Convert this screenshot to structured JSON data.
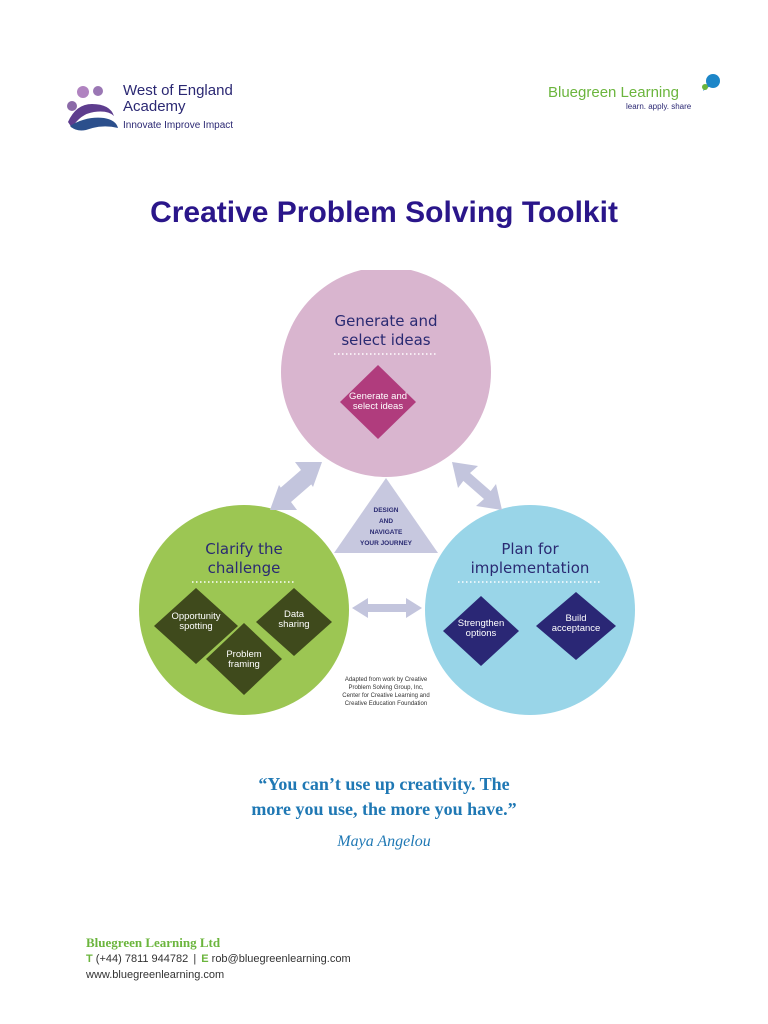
{
  "header": {
    "academy": {
      "line1": "West of England",
      "line2": "Academy",
      "tagline": "Innovate Improve Impact"
    },
    "bluegreen": {
      "name": "Bluegreen Learning",
      "tagline": "learn. apply. share"
    }
  },
  "title": "Creative Problem Solving Toolkit",
  "diagram": {
    "top_circle": {
      "title_line1": "Generate and",
      "title_line2": "select ideas",
      "diamond_line1": "Generate and",
      "diamond_line2": "select ideas"
    },
    "left_circle": {
      "title_line1": "Clarify the",
      "title_line2": "challenge",
      "diamonds": [
        {
          "line1": "Opportunity",
          "line2": "spotting"
        },
        {
          "line1": "Data",
          "line2": "sharing"
        },
        {
          "line1": "Problem",
          "line2": "framing"
        }
      ]
    },
    "right_circle": {
      "title_line1": "Plan for",
      "title_line2": "implementation",
      "diamonds": [
        {
          "line1": "Strengthen",
          "line2": "options"
        },
        {
          "line1": "Build",
          "line2": "acceptance"
        }
      ]
    },
    "center_triangle": {
      "line1": "DESIGN",
      "line2": "AND",
      "line3": "NAVIGATE",
      "line4": "YOUR JOURNEY"
    },
    "attribution": {
      "line1": "Adapted from work by Creative",
      "line2": "Problem Solving Group, Inc,",
      "line3": "Center for Creative Learning and",
      "line4": "Creative Education Foundation"
    },
    "colors": {
      "pink_circle": "#d9b5cf",
      "green_circle": "#9cc653",
      "blue_circle": "#99d5e8",
      "magenta_diamond": "#b03c7d",
      "olive_diamond": "#3f4a1c",
      "navy_diamond": "#2a2775"
    }
  },
  "quote": {
    "line1": "“You can’t use up creativity. The",
    "line2": "more you use, the more you have.”",
    "author": "Maya Angelou"
  },
  "footer": {
    "company": "Bluegreen Learning Ltd",
    "phone_key": "T",
    "phone": "(+44) 7811 944782",
    "separator": "|",
    "email_key": "E",
    "email": "rob@bluegreenlearning.com",
    "website": "www.bluegreenlearning.com"
  }
}
